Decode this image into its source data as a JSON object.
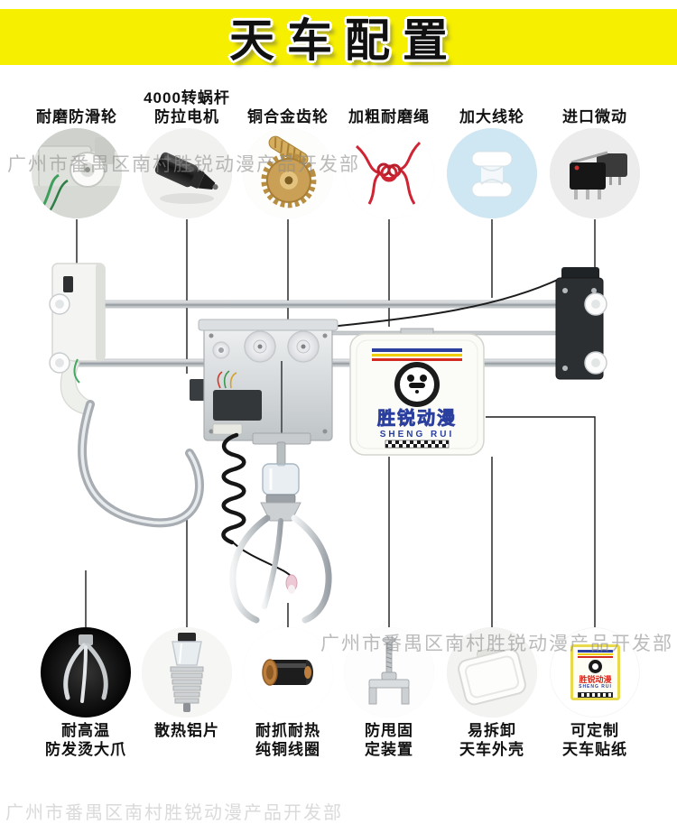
{
  "banner": {
    "title": "天车配置"
  },
  "watermark": {
    "text": "广州市番禺区南村胜锐动漫产品开发部"
  },
  "top_features": [
    {
      "label": "耐磨防滑轮",
      "icon": "anti-slip-wheel"
    },
    {
      "label": "4000转蜗杆\n防拉电机",
      "icon": "worm-motor"
    },
    {
      "label": "铜合金齿轮",
      "icon": "copper-gear"
    },
    {
      "label": "加粗耐磨绳",
      "icon": "red-rope"
    },
    {
      "label": "加大线轮",
      "icon": "wire-wheel"
    },
    {
      "label": "进口微动",
      "icon": "micro-switch"
    }
  ],
  "bottom_features": [
    {
      "label": "耐高温\n防发烫大爪",
      "icon": "big-claw"
    },
    {
      "label": "散热铝片",
      "icon": "aluminum-fins"
    },
    {
      "label": "耐抓耐热\n纯铜线圈",
      "icon": "copper-coil"
    },
    {
      "label": "防甩固\n定装置",
      "icon": "anti-swing-fixture"
    },
    {
      "label": "易拆卸\n天车外壳",
      "icon": "crane-shell"
    },
    {
      "label": "可定制\n天车贴纸",
      "icon": "crane-sticker"
    }
  ],
  "machine": {
    "logo": {
      "name": "胜锐动漫",
      "name_en": "SHENG RUI"
    }
  },
  "colors": {
    "banner_bg": "#f6ef00",
    "logo_red": "#e02318",
    "logo_blue": "#2b3f9f",
    "rope_red": "#cf2433",
    "wheel_bg_blue": "#cfe7f3"
  }
}
